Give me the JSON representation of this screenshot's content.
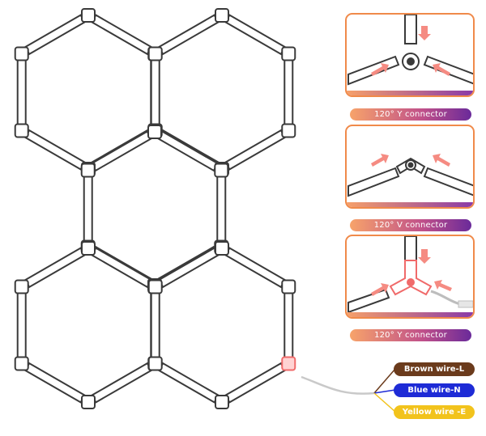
{
  "connector_panels": [
    {
      "caption": "120° Y connector"
    },
    {
      "caption": "120° V connector"
    },
    {
      "caption": "120° Y connector"
    }
  ],
  "wires": [
    {
      "label": "Brown wire-L",
      "color": "#6b3b1c"
    },
    {
      "label": "Blue wire-N",
      "color": "#1e2bd6"
    },
    {
      "label": "Yellow wire -E",
      "color": "#f2c31c"
    }
  ],
  "colors": {
    "frame": "#3a3a3a",
    "highlight": "#f06a6a",
    "arrow": "#f58b82",
    "panel_border": "#f08a4a"
  }
}
